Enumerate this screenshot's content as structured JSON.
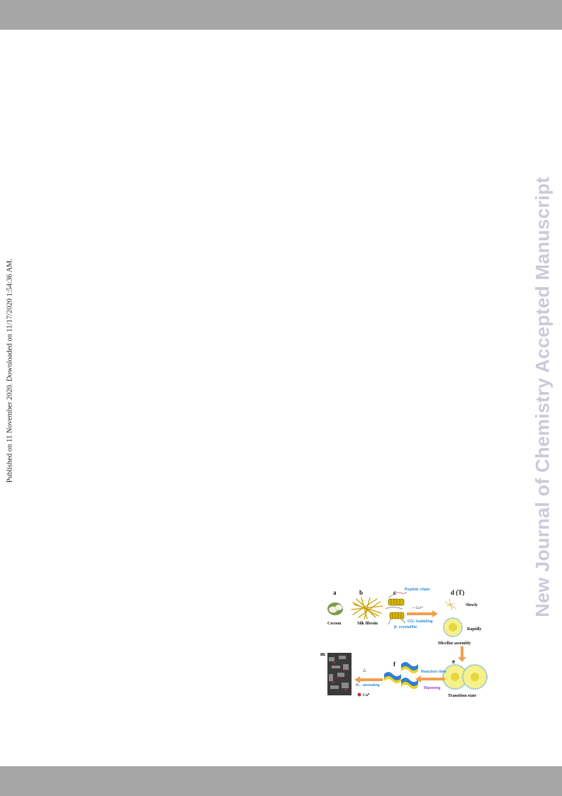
{
  "side_note": "Published on 11 November 2020. Downloaded on 11/17/2020 1:54:36 AM.",
  "watermark": "New Journal of Chemistry Accepted Manuscript",
  "figure": {
    "panel_letters": [
      "a",
      "b",
      "c",
      "d (T)",
      "e",
      "f",
      "g"
    ],
    "labels": {
      "cocoon": "Cocoon",
      "silk_fibroin": "Silk fibroin",
      "peptide_chain": "Peptide chain",
      "cu_ion": "+ Cu²⁺",
      "co2_bubbling": "CO₂ bubbling",
      "beta_crystallite": "β- crystallite",
      "slowly": "Slowly",
      "rapidly": "Rapidly",
      "micellar_assembly": "Micellar assembly",
      "transition_state": "Transition state",
      "reaction_time": "Reaction time",
      "ripening": "Ripening",
      "delta": "△",
      "n2_annealing": "N₂ - annealing",
      "cu_legend": "Cu⁰"
    }
  }
}
